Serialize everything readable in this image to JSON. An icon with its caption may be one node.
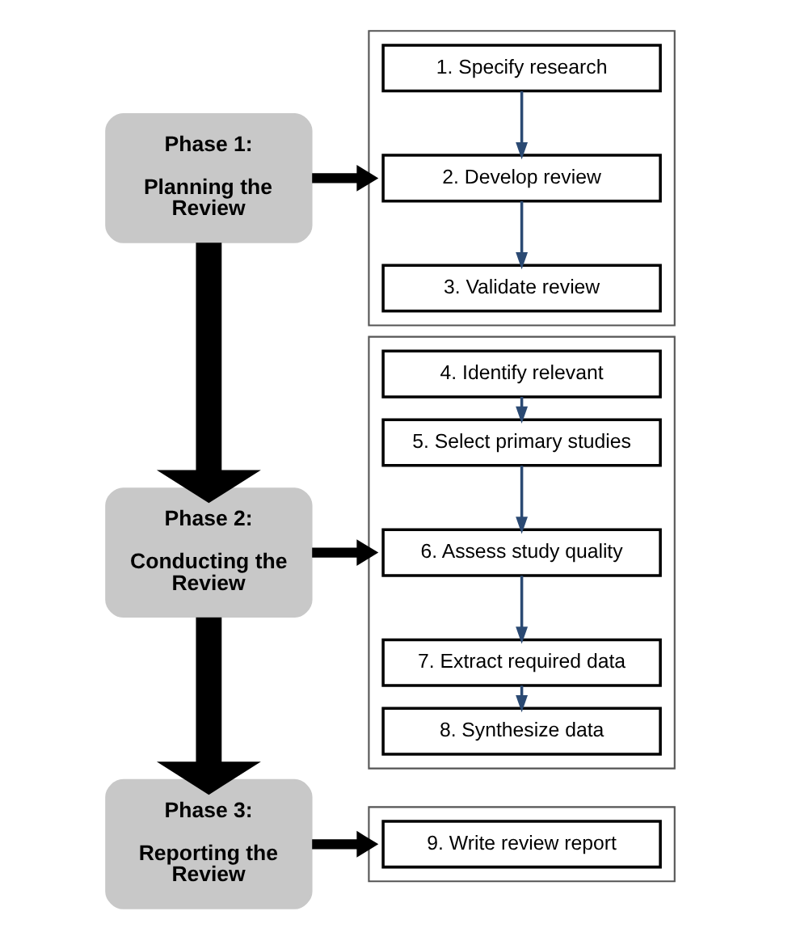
{
  "diagram": {
    "nodes": [
      {
        "text": [
          "Phase 1:",
          "Planning the Review"
        ]
      },
      {
        "text": [],
        "shape": "box"
      },
      {
        "text": [
          "1. Specify research"
        ],
        "in": 1
      },
      {
        "text": [
          "2. Develop review"
        ],
        "in": 1
      },
      {
        "text": [
          "3. Validate review"
        ],
        "in": 1
      },
      {
        "text": [
          "Phase 2:",
          "Conducting the Review"
        ]
      },
      {
        "text": [],
        "shape": "box"
      },
      {
        "text": [
          "4. Identify relevant"
        ],
        "in": 6
      },
      {
        "text": [
          "5. Select primary studies"
        ],
        "in": 6
      },
      {
        "text": [
          "6. Assess study quality"
        ],
        "in": 6
      },
      {
        "text": [
          "7. Extract required data"
        ],
        "in": 6
      },
      {
        "text": [
          "8. Synthesize data"
        ],
        "in": 6
      },
      {
        "text": [
          "Phase 3:",
          "Reporting the Review"
        ]
      },
      {
        "text": [],
        "shape": "box"
      },
      {
        "text": [
          "9. Write review report"
        ],
        "in": 13
      }
    ],
    "edges": [
      {
        "from": 0,
        "to": 1,
        "arrow": "to",
        "style": "thick",
        "color": "#000000"
      },
      {
        "from": 2,
        "to": 3,
        "arrow": "to"
      },
      {
        "from": 3,
        "to": 4,
        "arrow": "to"
      },
      {
        "from": 0,
        "to": 5,
        "arrow": "to",
        "style": "thick",
        "color": "#000000"
      },
      {
        "from": 5,
        "to": 6,
        "arrow": "to",
        "style": "thick",
        "color": "#000000"
      },
      {
        "from": 7,
        "to": 8,
        "arrow": "to"
      },
      {
        "from": 8,
        "to": 9,
        "arrow": "to"
      },
      {
        "from": 9,
        "to": 10,
        "arrow": "to"
      },
      {
        "from": 10,
        "to": 11,
        "arrow": "to"
      },
      {
        "from": 5,
        "to": 12,
        "arrow": "to",
        "style": "thick",
        "color": "#000000"
      },
      {
        "from": 12,
        "to": 13,
        "arrow": "to",
        "style": "thick",
        "color": "#000000"
      }
    ]
  }
}
